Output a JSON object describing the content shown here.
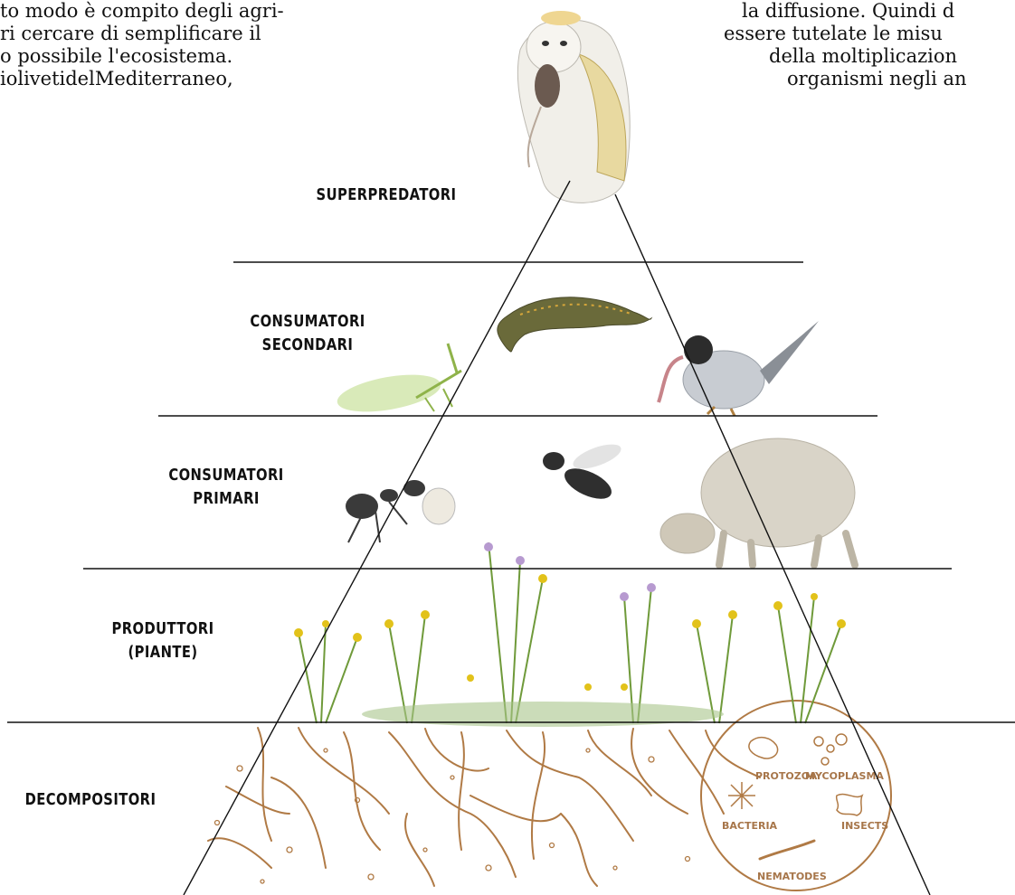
{
  "text_left": {
    "lines": [
      "to modo è compito degli agri-",
      "ri cercare di semplificare il",
      "o  possibile  l'ecosistema.",
      "iolivetidelMediterraneo,"
    ]
  },
  "text_right": {
    "lines": [
      "la diffusione. Quindi d",
      "essere tutelate le misu",
      "della moltiplicazion",
      "organismi  negli  an"
    ]
  },
  "levels": {
    "superpredatori": [
      "SUPERPREDATORI"
    ],
    "consumatori_secondari": [
      "CONSUMATORI",
      "SECONDARI"
    ],
    "consumatori_primari": [
      "CONSUMATORI",
      "PRIMARI"
    ],
    "produttori": [
      "PRODUTTORI",
      "(PIANTE)"
    ],
    "decompositori": [
      "DECOMPOSITORI"
    ]
  },
  "microorganisms": {
    "protozoa": "PROTOZOA",
    "mycoplasma": "MYCOPLASMA",
    "bacteria": "BACTERIA",
    "insects": "INSECTS",
    "nematodes": "NEMATODES"
  },
  "colors": {
    "line": "#111111",
    "root": "#b07a45",
    "plant_green": "#6f9a3a",
    "flower_yellow": "#e2c21a",
    "flower_violet": "#b79ad0"
  },
  "icons": {
    "superpredator": "barn-owl-with-mouse-icon",
    "secondary_consumers": [
      "lacewing-icon",
      "salamander-icon",
      "warbler-with-worm-icon"
    ],
    "primary_consumers": [
      "ant-icon",
      "bee-icon",
      "sheep-icon"
    ],
    "producers": [
      "herbaceous-plants-icon"
    ],
    "decomposers": [
      "soil-microorganisms-icon"
    ]
  }
}
